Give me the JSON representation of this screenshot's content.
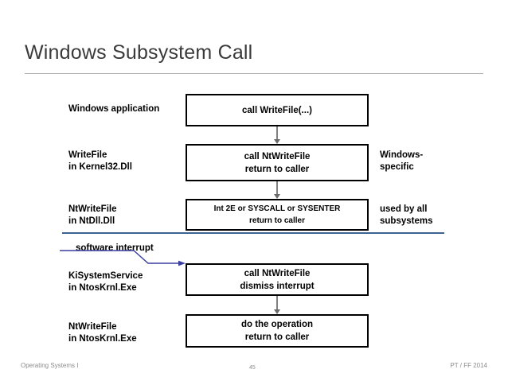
{
  "slide": {
    "title": "Windows Subsystem Call",
    "footer": {
      "left": "Operating Systems I",
      "page": "45",
      "right": "PT / FF 2014"
    }
  },
  "colors": {
    "title": "#3a3a3a",
    "title_rule": "#b0b0b0",
    "blue_rule": "#3d6390",
    "arrow_gray": "#808080",
    "arrow_blue": "#3a3f9e",
    "box_border": "#000000",
    "footer_text": "#8c8c8c"
  },
  "diagram": {
    "annotation": {
      "label": "software interrupt"
    },
    "rows": [
      {
        "left_label": [
          "Windows application"
        ],
        "box": [
          "call WriteFile(...)"
        ],
        "right_label": [],
        "small": false
      },
      {
        "left_label": [
          "WriteFile",
          "in Kernel32.Dll"
        ],
        "box": [
          "call NtWriteFile",
          "return to caller"
        ],
        "right_label": [
          "Windows-",
          "specific"
        ],
        "small": false
      },
      {
        "left_label": [
          "NtWriteFile",
          "in NtDll.Dll"
        ],
        "box": [
          "Int 2E or SYSCALL or SYSENTER",
          "return to caller"
        ],
        "right_label": [
          "used by all",
          "subsystems"
        ],
        "small": true
      },
      {
        "left_label": [
          "KiSystemService",
          "in NtosKrnl.Exe"
        ],
        "box": [
          "call NtWriteFile",
          "dismiss interrupt"
        ],
        "right_label": [],
        "small": false
      },
      {
        "left_label": [
          "NtWriteFile",
          "in NtosKrnl.Exe"
        ],
        "box": [
          "do the operation",
          "return to caller"
        ],
        "right_label": [],
        "small": false
      }
    ]
  }
}
